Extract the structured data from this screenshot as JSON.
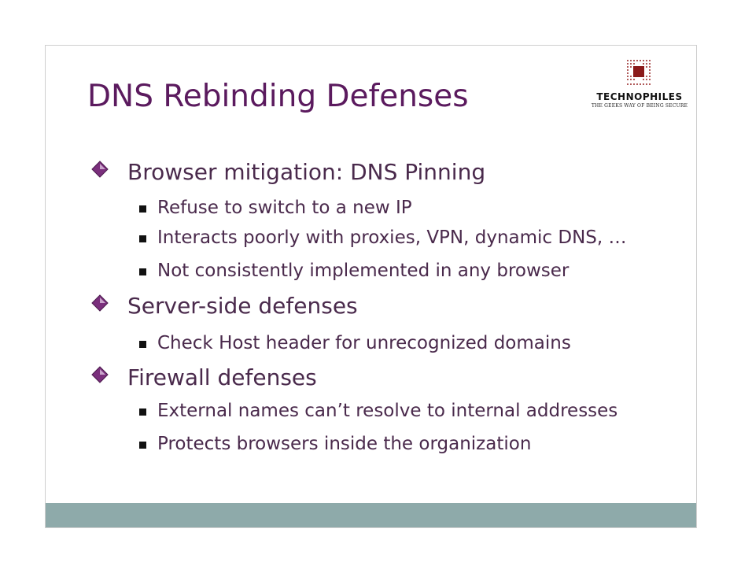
{
  "slide": {
    "title": "DNS Rebinding Defenses",
    "logo": {
      "wordmark": "TECHNOPHILES",
      "tagline": "THE GEEKS WAY OF BEING SECURE"
    },
    "bullets": [
      {
        "text": "Browser mitigation: DNS Pinning",
        "subitems": [
          "Refuse to switch to a new IP",
          "Interacts poorly with proxies, VPN, dynamic DNS, …",
          "Not consistently implemented in any browser"
        ]
      },
      {
        "text": "Server-side defenses",
        "subitems": [
          "Check Host header for unrecognized domains"
        ]
      },
      {
        "text": "Firewall defenses",
        "subitems": [
          "External names can’t resolve to internal addresses",
          "Protects browsers inside the organization"
        ]
      }
    ]
  },
  "colors": {
    "title": "#5b1a5e",
    "body_text": "#4a2a4c",
    "footer_band": "#8eaaaa",
    "bullet_diamond": "#5b1a5e"
  },
  "icons": {
    "level1_bullet": "diamond-bullet-icon",
    "level2_bullet": "square-bullet-icon",
    "logo_mark": "red-grid-logo-icon"
  }
}
